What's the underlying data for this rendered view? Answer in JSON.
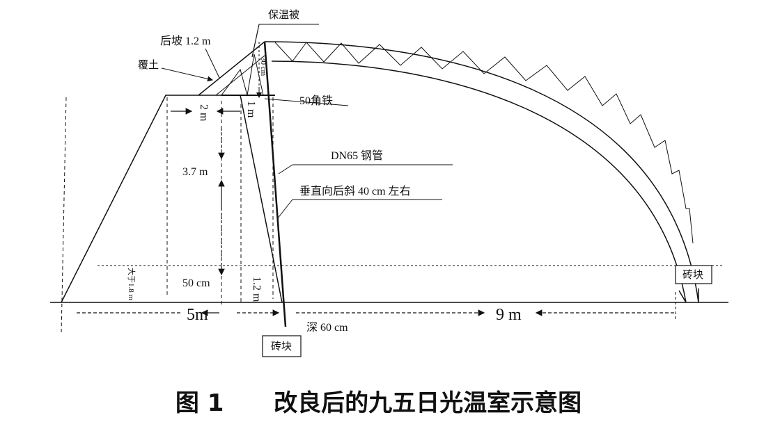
{
  "labels": {
    "insulation_quilt": "保温被",
    "back_slope": "后坡 1.2 m",
    "soil_cover": "覆土",
    "angle_iron": "50角铁",
    "steel_pipe": "DN65 钢管",
    "tilt_note": "垂直向后斜 40 cm 左右",
    "dim_2m": "2 m",
    "dim_1m": "1 m",
    "dim_37m": "3.7 m",
    "dim_30cm": "30 cm",
    "dim_50cm": "50 cm",
    "dim_12m": "1.2 m",
    "dim_18m": "大于1.8 m",
    "dim_5m": "5m",
    "dim_9m": "9 m",
    "depth_60cm": "深 60 cm",
    "brick_left": "砖块",
    "brick_right": "砖块"
  },
  "caption": {
    "figure_no": "图 1",
    "title": "改良后的九五日光温室示意图"
  }
}
